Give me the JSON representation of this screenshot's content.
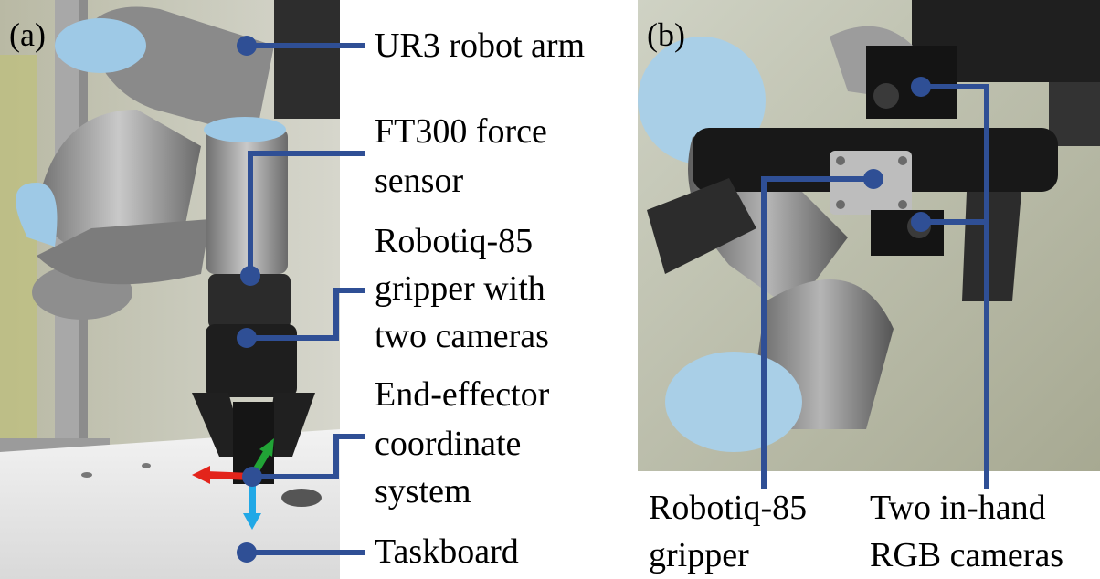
{
  "panel_a": {
    "tag": "(a)",
    "labels": {
      "arm": "UR3 robot arm",
      "ft_line1": "FT300 force",
      "ft_line2": "sensor",
      "grip_line1": "Robotiq-85",
      "grip_line2": "gripper with",
      "grip_line3": "two cameras",
      "ee_line1": "End-effector",
      "ee_line2": "coordinate",
      "ee_line3": "system",
      "taskboard": "Taskboard"
    }
  },
  "panel_b": {
    "tag": "(b)",
    "labels": {
      "gripper_line1": "Robotiq-85",
      "gripper_line2": "gripper",
      "cams_line1": "Two in-hand",
      "cams_line2": "RGB cameras"
    }
  },
  "colors": {
    "callout": "#2F4F95",
    "axis_x": "#E3241B",
    "axis_y": "#21A336",
    "axis_z": "#21A8E6"
  }
}
